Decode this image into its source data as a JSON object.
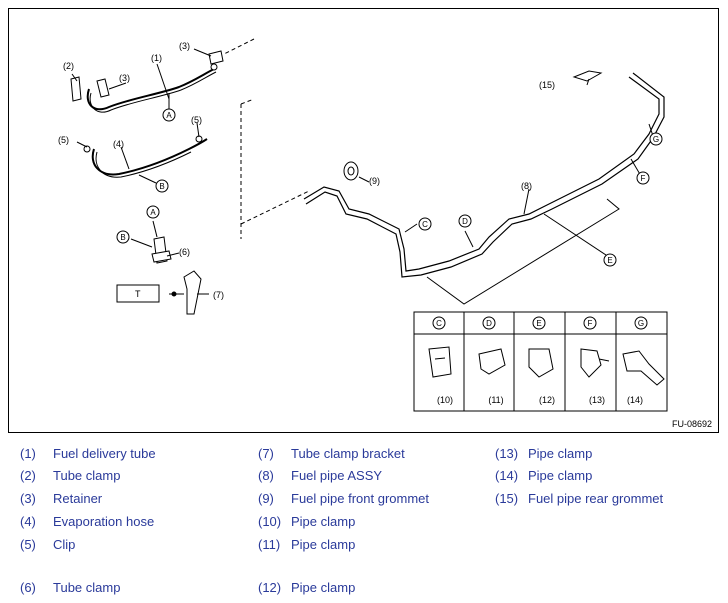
{
  "figure_code": "FU-08692",
  "callouts": {
    "n1": "(1)",
    "n2": "(2)",
    "n3a": "(3)",
    "n3b": "(3)",
    "n4": "(4)",
    "n5a": "(5)",
    "n5b": "(5)",
    "n6": "(6)",
    "n7": "(7)",
    "n8": "(8)",
    "n9": "(9)",
    "n15": "(15)",
    "t_box": "T"
  },
  "letters": {
    "A1": "A",
    "A2": "A",
    "B1": "B",
    "B2": "B",
    "C": "C",
    "D": "D",
    "E": "E",
    "F": "F",
    "G": "G"
  },
  "detail_table": {
    "headers": [
      "C",
      "D",
      "E",
      "F",
      "G"
    ],
    "labels": [
      "(10)",
      "(11)",
      "(12)",
      "(13)",
      "(14)"
    ]
  },
  "legend": [
    {
      "num": "(1)",
      "label": "Fuel delivery tube"
    },
    {
      "num": "(2)",
      "label": "Tube clamp"
    },
    {
      "num": "(3)",
      "label": "Retainer"
    },
    {
      "num": "(4)",
      "label": "Evaporation hose"
    },
    {
      "num": "(5)",
      "label": "Clip"
    },
    {
      "num": "(6)",
      "label": "Tube clamp"
    },
    {
      "num": "(7)",
      "label": "Tube clamp bracket"
    },
    {
      "num": "(8)",
      "label": "Fuel pipe ASSY"
    },
    {
      "num": "(9)",
      "label": "Fuel pipe front grommet"
    },
    {
      "num": "(10)",
      "label": "Pipe clamp"
    },
    {
      "num": "(11)",
      "label": "Pipe clamp"
    },
    {
      "num": "(12)",
      "label": "Pipe clamp"
    },
    {
      "num": "(13)",
      "label": "Pipe clamp"
    },
    {
      "num": "(14)",
      "label": "Pipe clamp"
    },
    {
      "num": "(15)",
      "label": "Fuel pipe rear grommet"
    }
  ]
}
